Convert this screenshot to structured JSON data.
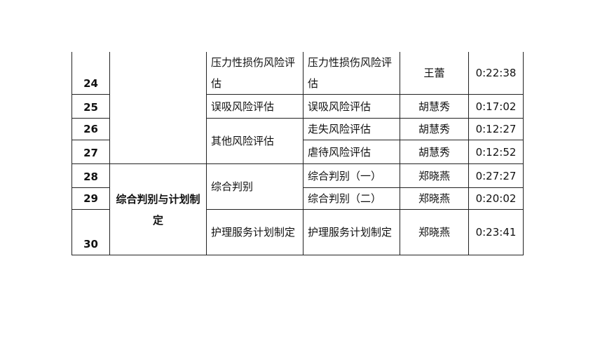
{
  "table": {
    "rows": [
      {
        "num": "24",
        "task": "压力性损伤风险评估",
        "lesson": "压力性损伤风险评估",
        "teacher": "王蕾",
        "duration": "0:22:38"
      },
      {
        "num": "25",
        "task": "误吸风险评估",
        "lesson": "误吸风险评估",
        "teacher": "胡慧秀",
        "duration": "0:17:02"
      },
      {
        "num": "26",
        "task": "其他风险评估",
        "lesson": "走失风险评估",
        "teacher": "胡慧秀",
        "duration": "0:12:27"
      },
      {
        "num": "27",
        "task": "",
        "lesson": "虐待风险评估",
        "teacher": "胡慧秀",
        "duration": "0:12:52"
      },
      {
        "num": "28",
        "module": "综合判别与计划制定",
        "task": "综合判别",
        "lesson": "综合判别（一）",
        "teacher": "郑晓燕",
        "duration": "0:27:27"
      },
      {
        "num": "29",
        "task": "",
        "lesson": "综合判别（二）",
        "teacher": "郑晓燕",
        "duration": "0:20:02"
      },
      {
        "num": "30",
        "task": "护理服务计划制定",
        "lesson": "护理服务计划制定",
        "teacher": "郑晓燕",
        "duration": "0:23:41"
      }
    ]
  }
}
